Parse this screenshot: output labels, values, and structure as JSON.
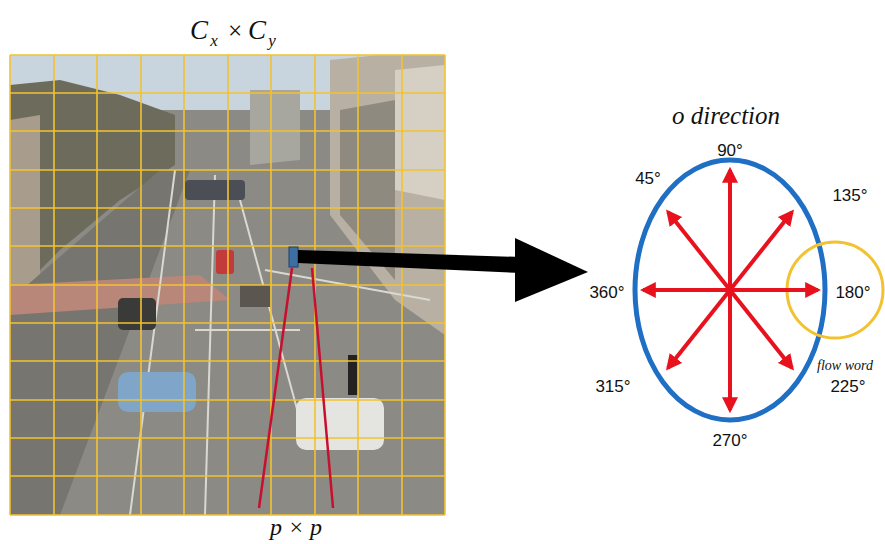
{
  "diagram": {
    "labels": [
      "C",
      "x",
      "×",
      "C",
      "y",
      "p × p",
      "o direction",
      "90°",
      "45°",
      "135°",
      "360°",
      "180°",
      "315°",
      "225°",
      "270°",
      "flow word"
    ]
  }
}
